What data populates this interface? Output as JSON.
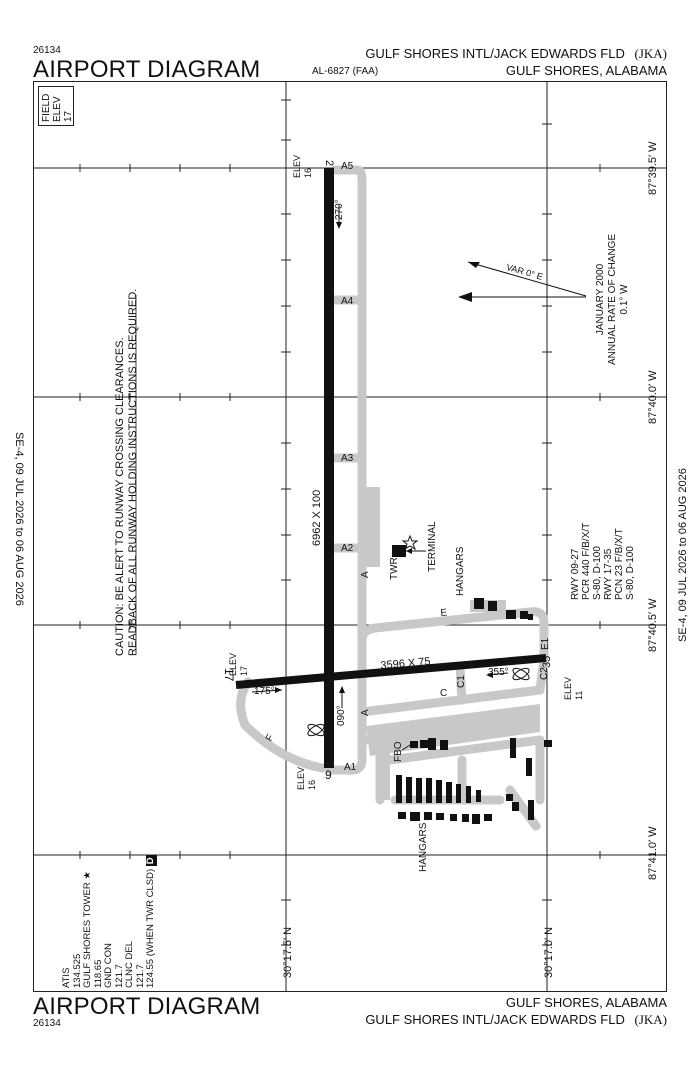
{
  "header": {
    "procedure_number": "26134",
    "title": "AIRPORT DIAGRAM",
    "chart_id": "AL-6827 (FAA)",
    "airport_name": "GULF SHORES INTL/JACK EDWARDS FLD",
    "airport_code": "(JKA)",
    "location": "GULF SHORES, ALABAMA"
  },
  "footer": {
    "procedure_number": "26134",
    "title": "AIRPORT DIAGRAM",
    "location": "GULF SHORES, ALABAMA",
    "airport_name": "GULF SHORES INTL/JACK EDWARDS FLD",
    "airport_code": "(JKA)"
  },
  "validity": {
    "left": "SE-4,  09 JUL 2026  to  06 AUG 2026",
    "right": "SE-4,  09 JUL 2026  to  06 AUG 2026"
  },
  "field_elev": {
    "line1": "FIELD",
    "line2": "ELEV",
    "line3": "17"
  },
  "caution": {
    "line1": "CAUTION: BE ALERT TO RUNWAY CROSSING CLEARANCES.",
    "line2": "READBACK OF ALL RUNWAY HOLDING INSTRUCTIONS IS REQUIRED."
  },
  "grid": {
    "lon_labels": [
      "87°39.5′ W",
      "87°40.0′ W",
      "87°40.5′ W",
      "87°41.0′ W"
    ],
    "lat_labels": [
      "30°17.5′ N",
      "30°17.0′ N"
    ]
  },
  "magvar": {
    "var_label": "VAR 0° E",
    "line1": "JANUARY 2000",
    "line2": "ANNUAL RATE OF CHANGE",
    "line3": "0.1° W"
  },
  "runway_info": {
    "line1": "RWY 09-27",
    "line2": "PCR 440 F/B/X/T",
    "line3": "S-80, D-100",
    "line4": "RWY 17-35",
    "line5": "PCN 23 F/B/X/T",
    "line6": "S-80, D-100"
  },
  "runways": {
    "rwy_27": "27",
    "rwy_9": "9",
    "rwy_17": "17",
    "rwy_35": "35",
    "dims_9_27": "6962 X 100",
    "dims_17_35": "3596 X 75",
    "hdg_270": "270°",
    "hdg_090": "090°",
    "hdg_175": "175°",
    "hdg_355": "355°",
    "elev_word": "ELEV",
    "elev_27": "16",
    "elev_9": "16",
    "elev_17": "17",
    "elev_35": "11"
  },
  "taxiways": {
    "A5": "A5",
    "A4": "A4",
    "A3": "A3",
    "A2": "A2",
    "A1": "A1",
    "A": "A",
    "C": "C",
    "C1": "C1",
    "C2": "C2",
    "E": "E",
    "E1": "E1",
    "F": "F"
  },
  "facilities": {
    "terminal": "TERMINAL",
    "twr": "TWR",
    "hangars": "HANGARS",
    "fbo": "FBO"
  },
  "comms": {
    "atis": "ATIS",
    "atis_freq": "134.525",
    "tower": "GULF SHORES TOWER",
    "tower_freq": "118.65",
    "gnd": "GND CON",
    "gnd_freq": "121.7",
    "clnc": "CLNC DEL",
    "clnc_freq": "121.7",
    "clsd_freq": "124.55 (WHEN TWR CLSD)",
    "d_badge": "D"
  }
}
